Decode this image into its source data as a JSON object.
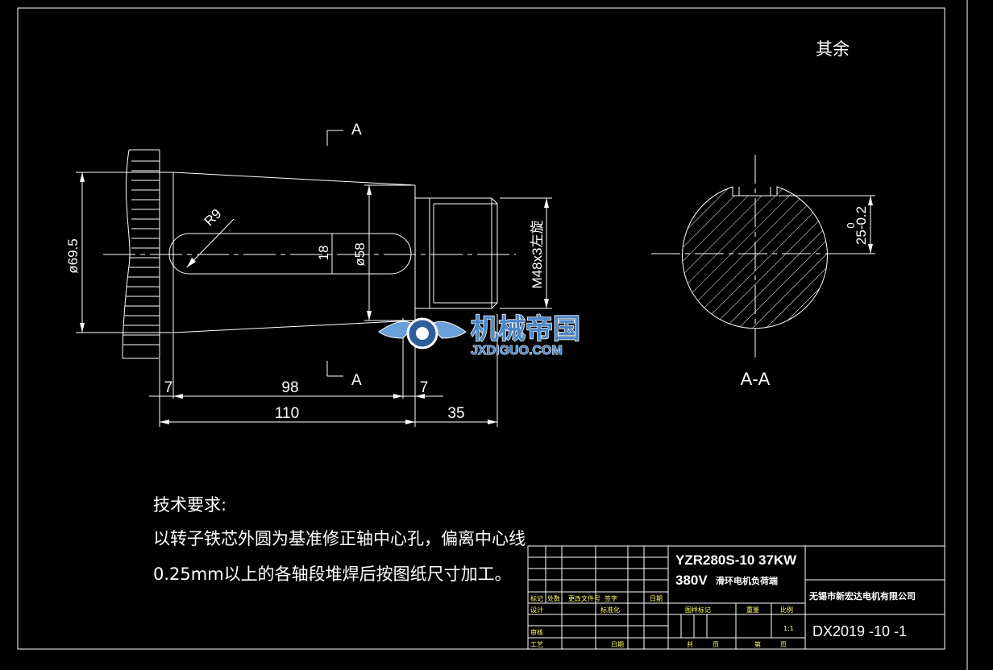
{
  "drawing": {
    "surface_note": "其余",
    "section_marker": "A",
    "section_label": "A-A",
    "dimensions": {
      "dia_69_5": "ø69.5",
      "r9": "R9",
      "w18": "18",
      "dia_58": "ø58",
      "thread": "M48x3左旋",
      "l7a": "7",
      "l98": "98",
      "l7b": "7",
      "l110": "110",
      "l35": "35",
      "key_depth": "25-0.2",
      "key_tol": "0"
    }
  },
  "watermark": {
    "cn": "机械帝国",
    "en": "JXDIGUO.COM"
  },
  "tech_requirements": {
    "title": "技术要求:",
    "line1": "以转子铁芯外圆为基准修正轴中心孔，偏离中心线",
    "line2": "0.25mm以上的各轴段堆焊后按图纸尺寸加工。"
  },
  "title_block": {
    "model": "YZR280S-10   37KW",
    "voltage": "380V",
    "desc": "滑环电机负荷端",
    "company": "无锡市新宏达电机有限公司",
    "drawing_no": "DX2019 -10 -1",
    "scale": "1:1",
    "labels": {
      "mark": "标记",
      "count": "处数",
      "change_doc": "更改文件号",
      "sign": "签字",
      "date": "日期",
      "design": "设计",
      "standard": "标准化",
      "stage_mark": "图样标记",
      "weight": "重量",
      "ratio": "比例",
      "review": "审核",
      "process": "工艺",
      "approve": "日期",
      "total": "共",
      "page": "页",
      "sheet": "第",
      "sheet_page": "页"
    }
  },
  "colors": {
    "background": "#000000",
    "line": "#ffffff",
    "watermark": "#4a86c8"
  }
}
